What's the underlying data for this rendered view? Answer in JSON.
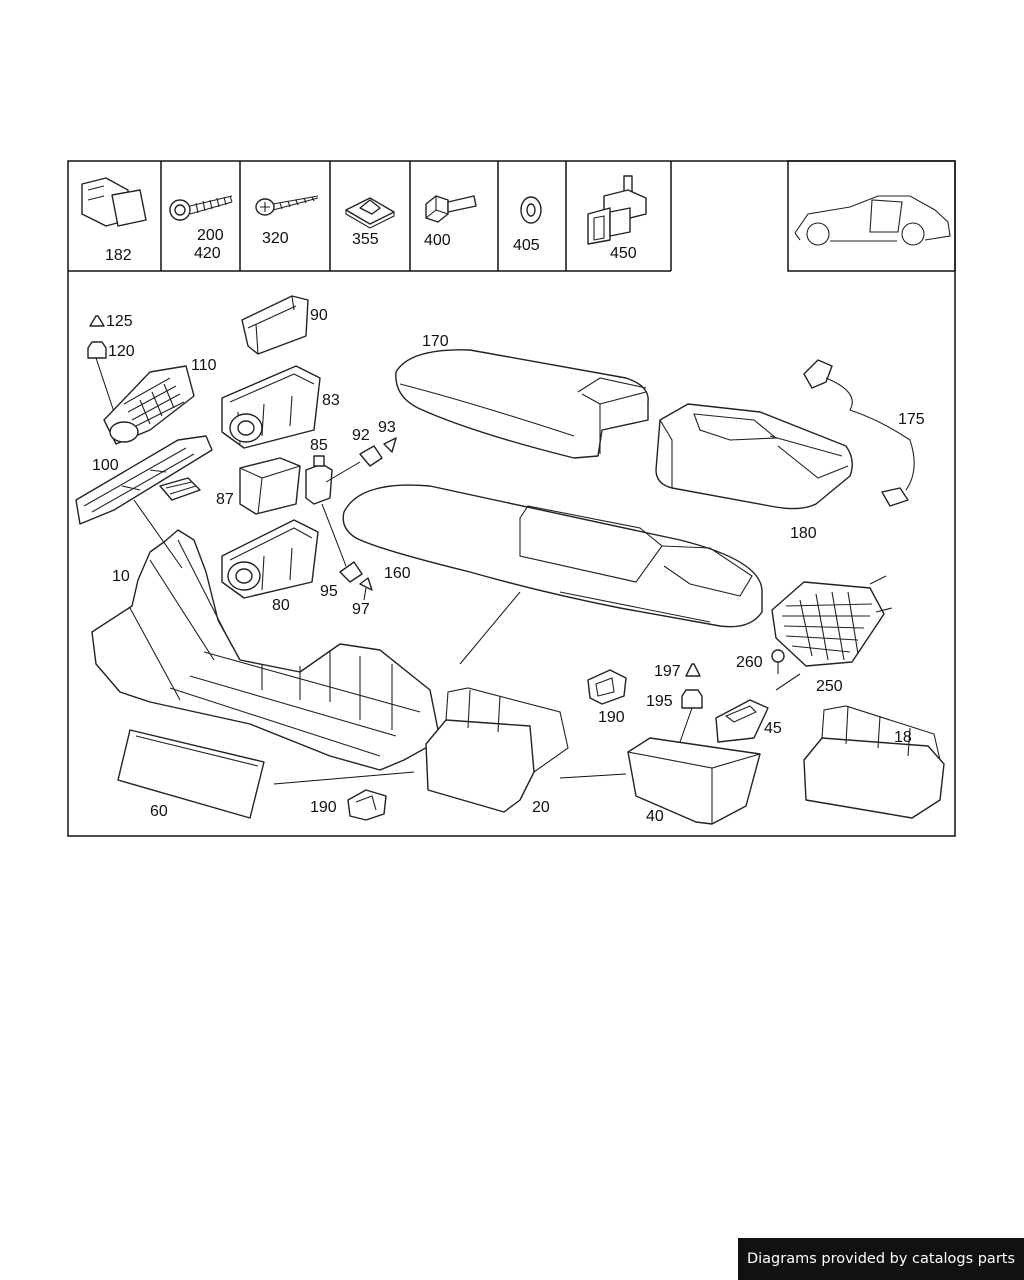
{
  "header_parts": {
    "p182": "182",
    "p200": "200",
    "p420": "420",
    "p320": "320",
    "p355": "355",
    "p400": "400",
    "p405": "405",
    "p450": "450"
  },
  "callouts": {
    "c125": "125",
    "c120": "120",
    "c110": "110",
    "c90": "90",
    "c83": "83",
    "c170": "170",
    "c175": "175",
    "c93": "93",
    "c92": "92",
    "c85": "85",
    "c100": "100",
    "c87": "87",
    "c180": "180",
    "c10": "10",
    "c160": "160",
    "c95": "95",
    "c97": "97",
    "c80": "80",
    "c197": "197",
    "c260": "260",
    "c250": "250",
    "c195": "195",
    "c190a": "190",
    "c45": "45",
    "c18": "18",
    "c60": "60",
    "c190b": "190",
    "c20": "20",
    "c40": "40"
  },
  "credit": "Diagrams provided by catalogs parts"
}
